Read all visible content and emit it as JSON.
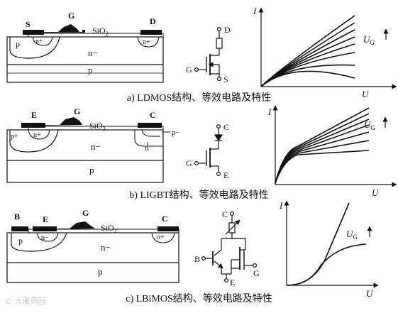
{
  "panels": [
    {
      "id": "a",
      "caption": "a) LDMOS结构、等效电路及特性",
      "structure": {
        "left_terminal": "S",
        "gate_terminal": "G",
        "right_terminal": "D",
        "oxide": "SiO",
        "oxide_sub": "2",
        "left_body": "p",
        "left_contact": "n+",
        "right_contact": "n+",
        "drift": "n−",
        "substrate": "p"
      },
      "circuit": {
        "top": "D",
        "left": "G",
        "bottom": "S"
      },
      "curves": {
        "y_axis": "I",
        "x_axis": "U",
        "param": "U",
        "param_sub": "G"
      }
    },
    {
      "id": "b",
      "caption": "b) LIGBT结构、等效电路及特性",
      "structure": {
        "left_terminal": "E",
        "gate_terminal": "G",
        "right_terminal": "C",
        "oxide": "SiO",
        "oxide_sub": "2",
        "left_outer": "p+",
        "left_contact": "n+",
        "right_contact": "p−",
        "right_buffer": "n",
        "drift": "n−",
        "substrate": "p"
      },
      "circuit": {
        "top": "C",
        "left": "G",
        "bottom": "E"
      },
      "curves": {
        "y_axis": "I",
        "x_axis": "U",
        "param": "U",
        "param_sub": "G"
      }
    },
    {
      "id": "c",
      "caption": "c) LBiMOS结构、等效电路及特性",
      "structure": {
        "left_terminal": "B",
        "emitter_terminal": "E",
        "gate_terminal": "G",
        "right_terminal": "C",
        "oxide": "SiO",
        "oxide_sub": "2",
        "left_body": "p",
        "left_contact": "n−",
        "right_contact": "n+",
        "drift": "n−",
        "substrate": "p"
      },
      "circuit": {
        "top": "C",
        "left": "B",
        "bottom": "E",
        "right": "G"
      },
      "curves": {
        "y_axis": "I",
        "x_axis": "U",
        "param": "U",
        "param_sub": "G"
      }
    }
  ],
  "watermark": "© 大雅同园"
}
